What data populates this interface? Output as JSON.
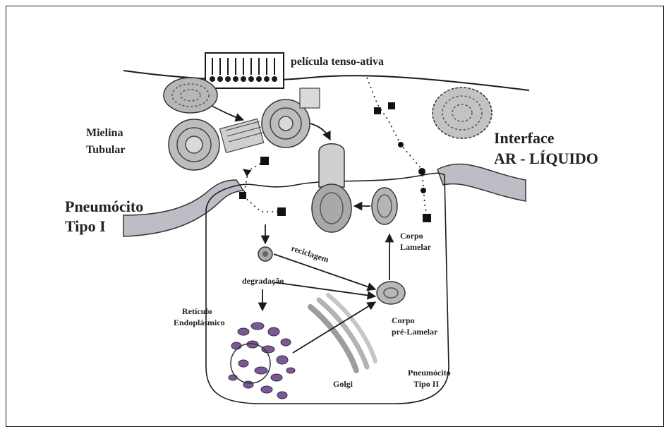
{
  "labels": {
    "film": "película tenso-ativa",
    "myelin_1": "Mielina",
    "myelin_2": "Tubular",
    "interface_1": "Interface",
    "interface_2": "AR - LÍQUIDO",
    "pneumo1_1": "Pneumócito",
    "pneumo1_2": "Tipo I",
    "lamellar_1": "Corpo",
    "lamellar_2": "Lamelar",
    "recycling": "reciclagem",
    "degradation": "degradação",
    "er_1": "Retículo",
    "er_2": "Endoplásmico",
    "prelamellar_1": "Corpo",
    "prelamellar_2": "pré-Lamelar",
    "pneumo2_1": "Pneumócito",
    "pneumo2_2": "Tipo II",
    "golgi": "Golgi"
  },
  "colors": {
    "ink": "#1a1a1a",
    "membrane": "#bfbcc6",
    "organelle_gray": "#9a9a9a",
    "er_purple": "#7a5a92"
  }
}
